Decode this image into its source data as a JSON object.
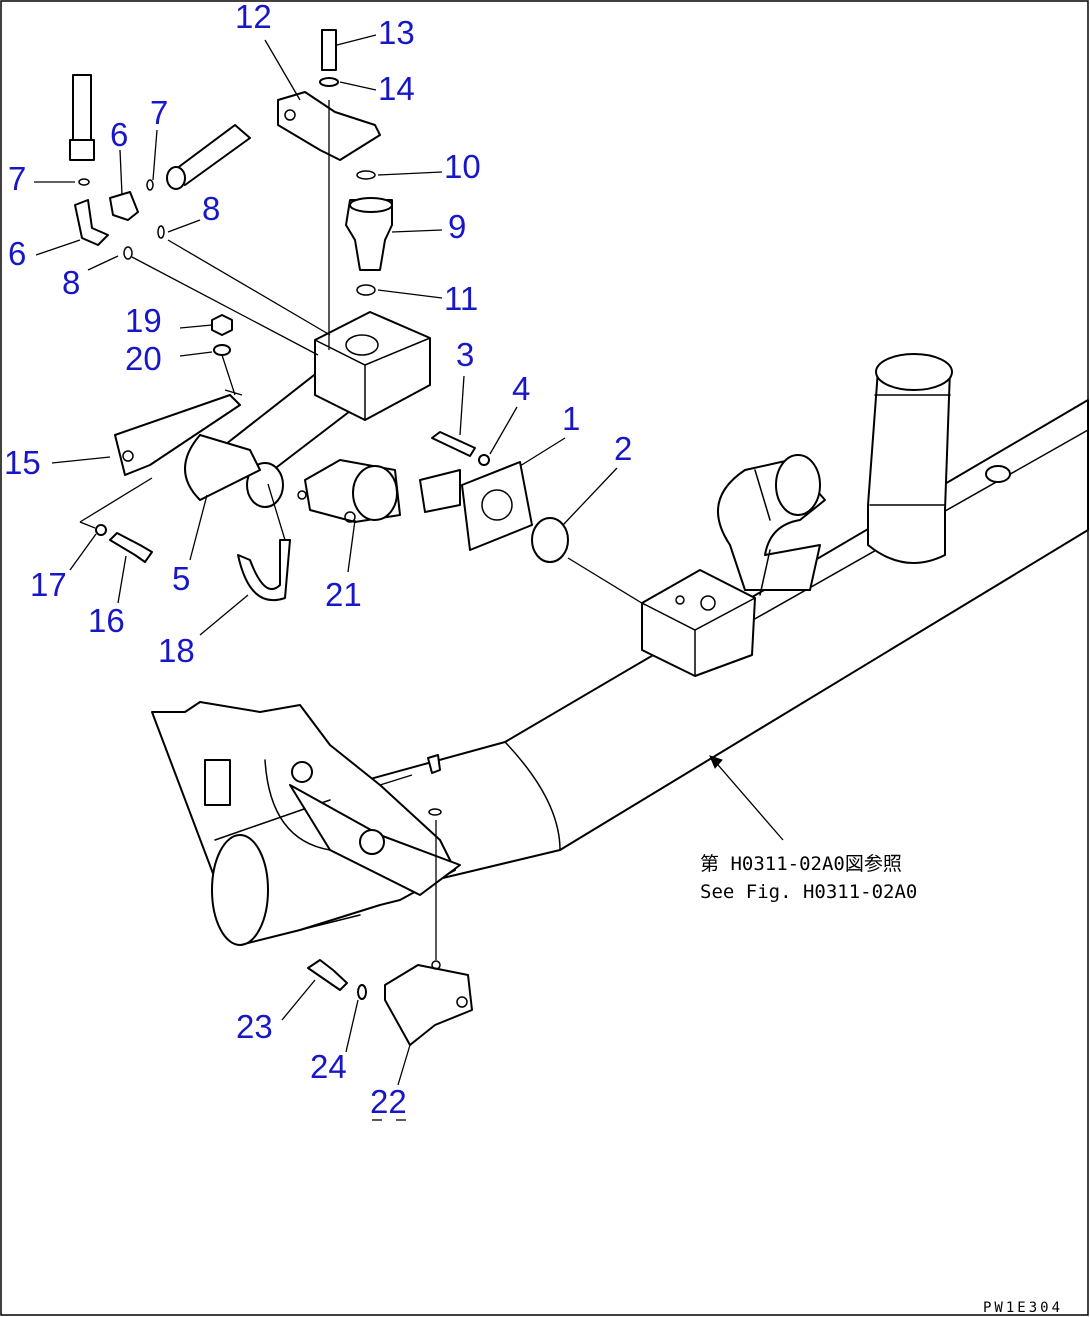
{
  "callouts": {
    "c1": "1",
    "c2": "2",
    "c3": "3",
    "c4": "4",
    "c5": "5",
    "c6a": "6",
    "c6b": "6",
    "c7a": "7",
    "c7b": "7",
    "c8a": "8",
    "c8b": "8",
    "c9": "9",
    "c10": "10",
    "c11": "11",
    "c12": "12",
    "c13": "13",
    "c14": "14",
    "c15": "15",
    "c16": "16",
    "c17": "17",
    "c18": "18",
    "c19": "19",
    "c20": "20",
    "c21": "21",
    "c22": "22",
    "c23": "23",
    "c24": "24"
  },
  "reference_note": {
    "japanese": "第 H0311-02A0図参照",
    "english": "See Fig. H0311-02A0"
  },
  "drawing_code": "PW1E304",
  "colors": {
    "callout": "#1717c8",
    "line": "#000000",
    "background": "#ffffff"
  }
}
